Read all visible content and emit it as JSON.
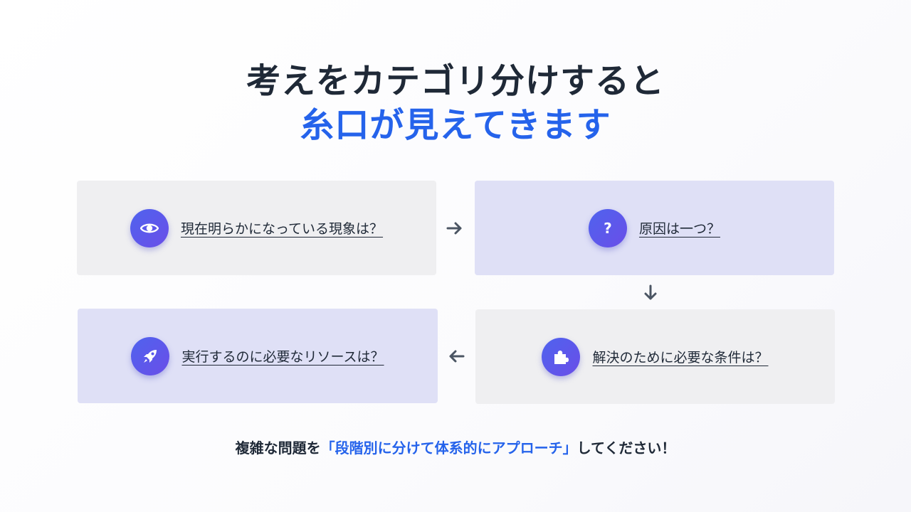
{
  "title": {
    "line1": "考えをカテゴリ分けすると",
    "line2": "糸口が見えてきます"
  },
  "accent_color": "#2563eb",
  "cards": [
    {
      "icon": "eye-icon",
      "label": "現在明らかになっている現象は？"
    },
    {
      "icon": "question-icon",
      "glyph": "?",
      "label": "原因は一つ？"
    },
    {
      "icon": "rocket-icon",
      "label": "実行するのに必要なリソースは？"
    },
    {
      "icon": "puzzle-icon",
      "label": "解決のために必要な条件は？"
    }
  ],
  "arrows": [
    {
      "icon": "arrow-right-icon"
    },
    {
      "icon": "arrow-down-icon"
    },
    {
      "icon": "arrow-left-icon"
    }
  ],
  "footer": {
    "prefix": "複雑な問題を",
    "highlight": "「段階別に分けて体系的にアプローチ」",
    "suffix": "してください！"
  }
}
